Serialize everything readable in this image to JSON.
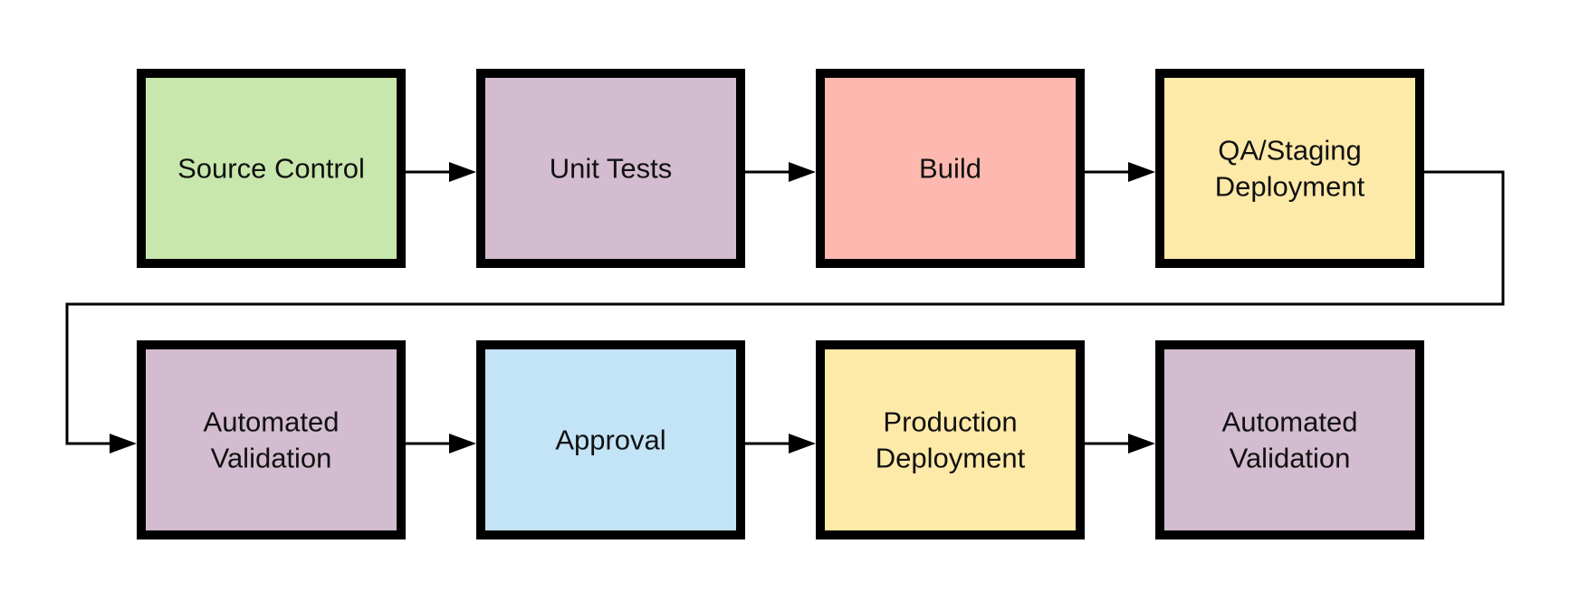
{
  "diagram": {
    "type": "flowchart",
    "nodes": [
      {
        "id": "source-control",
        "label": "Source Control",
        "lines": [
          "Source Control"
        ],
        "color": "#c8e7ad"
      },
      {
        "id": "unit-tests",
        "label": "Unit Tests",
        "lines": [
          "Unit Tests"
        ],
        "color": "#d3bcd0"
      },
      {
        "id": "build",
        "label": "Build",
        "lines": [
          "Build"
        ],
        "color": "#fdb9b0"
      },
      {
        "id": "qa-staging-deployment",
        "label": "QA/Staging Deployment",
        "lines": [
          "QA/Staging",
          "Deployment"
        ],
        "color": "#feeaa8"
      },
      {
        "id": "automated-validation-1",
        "label": "Automated Validation",
        "lines": [
          "Automated",
          "Validation"
        ],
        "color": "#d3bcd0"
      },
      {
        "id": "approval",
        "label": "Approval",
        "lines": [
          "Approval"
        ],
        "color": "#c3e3f6"
      },
      {
        "id": "production-deployment",
        "label": "Production Deployment",
        "lines": [
          "Production",
          "Deployment"
        ],
        "color": "#feeaa8"
      },
      {
        "id": "automated-validation-2",
        "label": "Automated Validation",
        "lines": [
          "Automated",
          "Validation"
        ],
        "color": "#d3bcd0"
      }
    ],
    "edges": [
      {
        "from": "source-control",
        "to": "unit-tests"
      },
      {
        "from": "unit-tests",
        "to": "build"
      },
      {
        "from": "build",
        "to": "qa-staging-deployment"
      },
      {
        "from": "qa-staging-deployment",
        "to": "automated-validation-1"
      },
      {
        "from": "automated-validation-1",
        "to": "approval"
      },
      {
        "from": "approval",
        "to": "production-deployment"
      },
      {
        "from": "production-deployment",
        "to": "automated-validation-2"
      }
    ]
  }
}
